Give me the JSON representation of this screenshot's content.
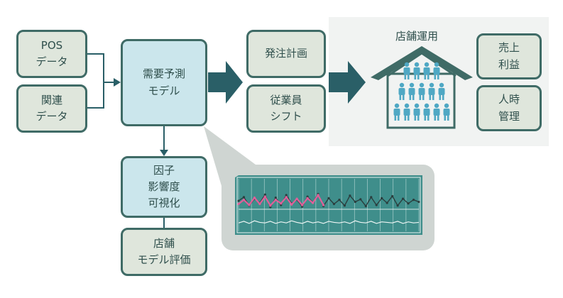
{
  "nodes": {
    "pos_data": "POS\nデータ",
    "related_data": "関連\nデータ",
    "demand_model": "需要予測\nモデル",
    "factor_viz": "因子\n影響度\n可視化",
    "store_eval": "店舗\nモデル評価",
    "order_plan": "発注計画",
    "staff_shift": "従業員\nシフト",
    "sales_profit": "売上\n利益",
    "labor_mgmt": "人時\n管理"
  },
  "store_ops_label": "店舗運用",
  "colors": {
    "border": "#3f6b66",
    "green_fill": "#dfe6dc",
    "blue_fill": "#cbe6ec",
    "arrow": "#2a5f67",
    "people": "#4fa8c4",
    "chart_bg": "#3f8e8b",
    "actual_line": "#2b3e3e",
    "forecast_line": "#e0609a"
  },
  "chart_data": {
    "type": "line",
    "title": "",
    "xlabel": "",
    "ylabel": "",
    "x": [
      1,
      2,
      3,
      4,
      5,
      6,
      7,
      8,
      9,
      10,
      11,
      12,
      13,
      14,
      15,
      16,
      17,
      18,
      19,
      20,
      21,
      22,
      23,
      24,
      25,
      26,
      27,
      28,
      29,
      30,
      31,
      32,
      33,
      34,
      35
    ],
    "ylim": [
      0,
      10
    ],
    "grid": true,
    "series": [
      {
        "values": [
          5.8,
          6.5,
          4.9,
          6.2,
          5.4,
          7.0,
          4.6,
          6.4,
          5.0,
          6.9,
          5.3,
          6.0,
          4.7,
          6.6,
          5.5,
          7.1,
          4.8,
          6.3,
          5.2,
          6.0,
          4.9,
          6.8,
          5.6,
          6.1,
          4.8,
          6.5,
          5.0,
          6.3,
          5.4,
          6.7,
          4.9,
          6.2,
          5.3,
          6.0,
          5.6
        ]
      },
      {
        "values": [
          5.2,
          6.0,
          5.0,
          6.4,
          5.2,
          6.6,
          4.9,
          6.0,
          5.3,
          6.5,
          5.1,
          6.2,
          5.0,
          6.3,
          5.4,
          6.9,
          5.0
        ]
      },
      {
        "values": [
          1.6,
          1.9,
          1.5,
          2.0,
          1.7,
          1.6,
          1.9,
          1.5,
          1.8,
          1.6,
          2.0,
          1.7,
          1.5,
          1.9,
          1.6,
          1.8,
          1.5,
          1.9,
          1.7,
          1.6,
          1.8,
          1.5,
          2.0,
          1.7,
          1.6,
          1.9,
          1.5,
          1.8,
          1.7,
          1.6,
          1.9,
          1.5,
          1.8,
          1.6,
          1.7
        ]
      }
    ]
  }
}
